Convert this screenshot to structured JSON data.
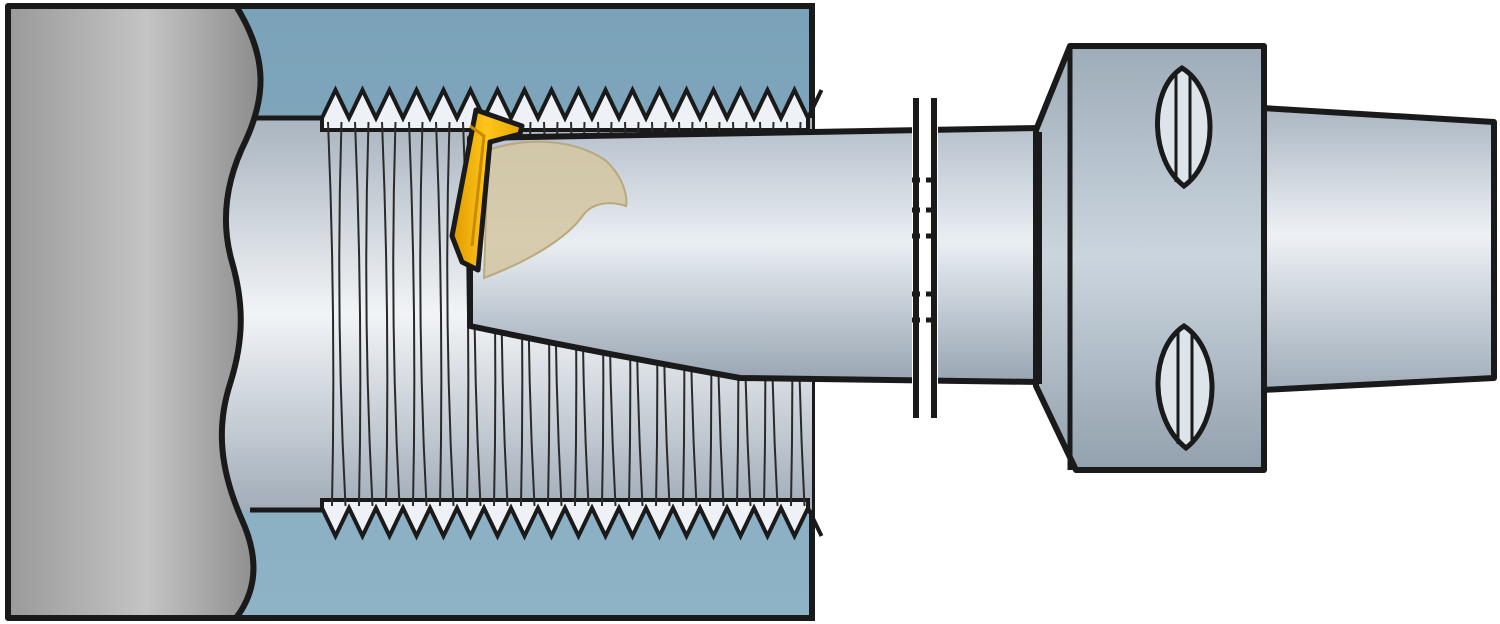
{
  "diagram": {
    "subject": "internal-threading-tool-in-bore",
    "components": [
      "workpiece-chuck",
      "workpiece-section",
      "internal-thread",
      "boring-bar",
      "threading-insert",
      "chip",
      "break-marks",
      "holder-flange",
      "clamp-screw",
      "holder-taper"
    ],
    "colors": {
      "outline": "#1a1a1a",
      "workpiece_section": "#7fa6bb",
      "workpiece_section_light": "#a9c6d5",
      "metal_light": "#eef2f6",
      "metal_mid": "#c3ccd6",
      "metal_dark": "#8e9aa7",
      "chuck_light": "#c9c9c9",
      "chuck_dark": "#8a8a8a",
      "insert": "#f5b800",
      "insert_dark": "#c98a00",
      "chip": "#d4c7a1"
    }
  }
}
